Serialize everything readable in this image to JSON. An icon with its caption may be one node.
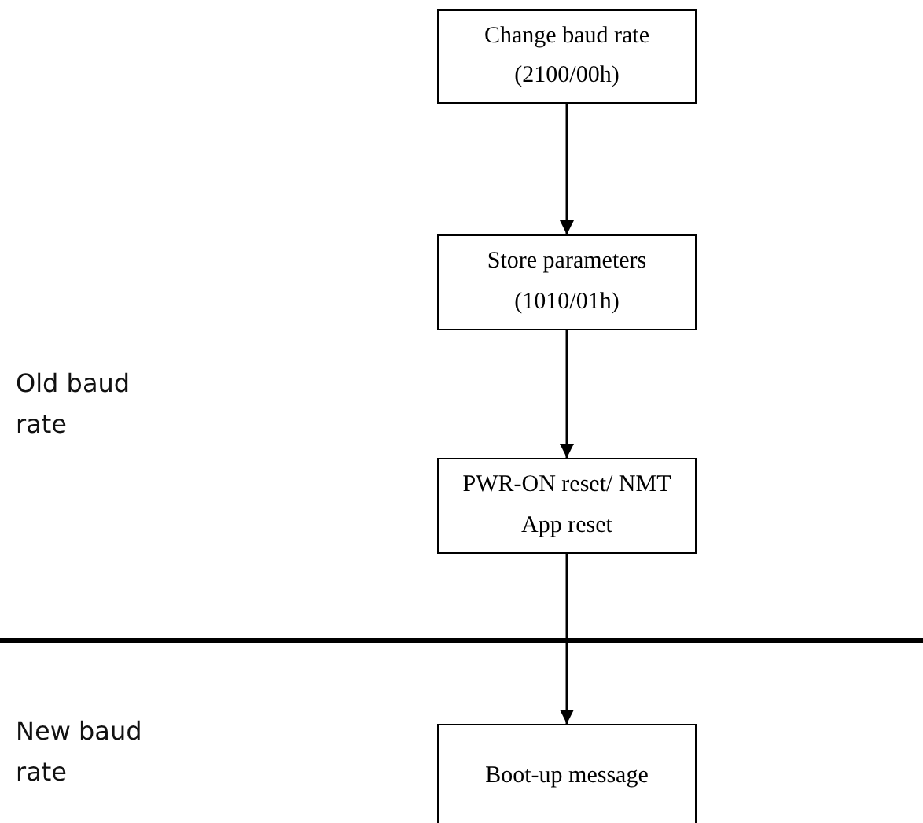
{
  "diagram": {
    "nodes": [
      {
        "text": [
          "Change baud rate (2100/00h)"
        ]
      },
      {
        "text": [
          "Store parameters (1010/01h)"
        ]
      },
      {
        "text": [
          "PWR-ON reset/ NMT App reset"
        ]
      },
      {
        "text": [
          "Boot-up message"
        ]
      }
    ],
    "edges": [
      {
        "from": 0,
        "to": 1,
        "arrow": "to"
      },
      {
        "from": 1,
        "to": 2,
        "arrow": "to"
      },
      {
        "from": 2,
        "to": 3,
        "arrow": "to"
      }
    ],
    "labels": [
      "Old baud rate",
      "New baud rate"
    ]
  }
}
